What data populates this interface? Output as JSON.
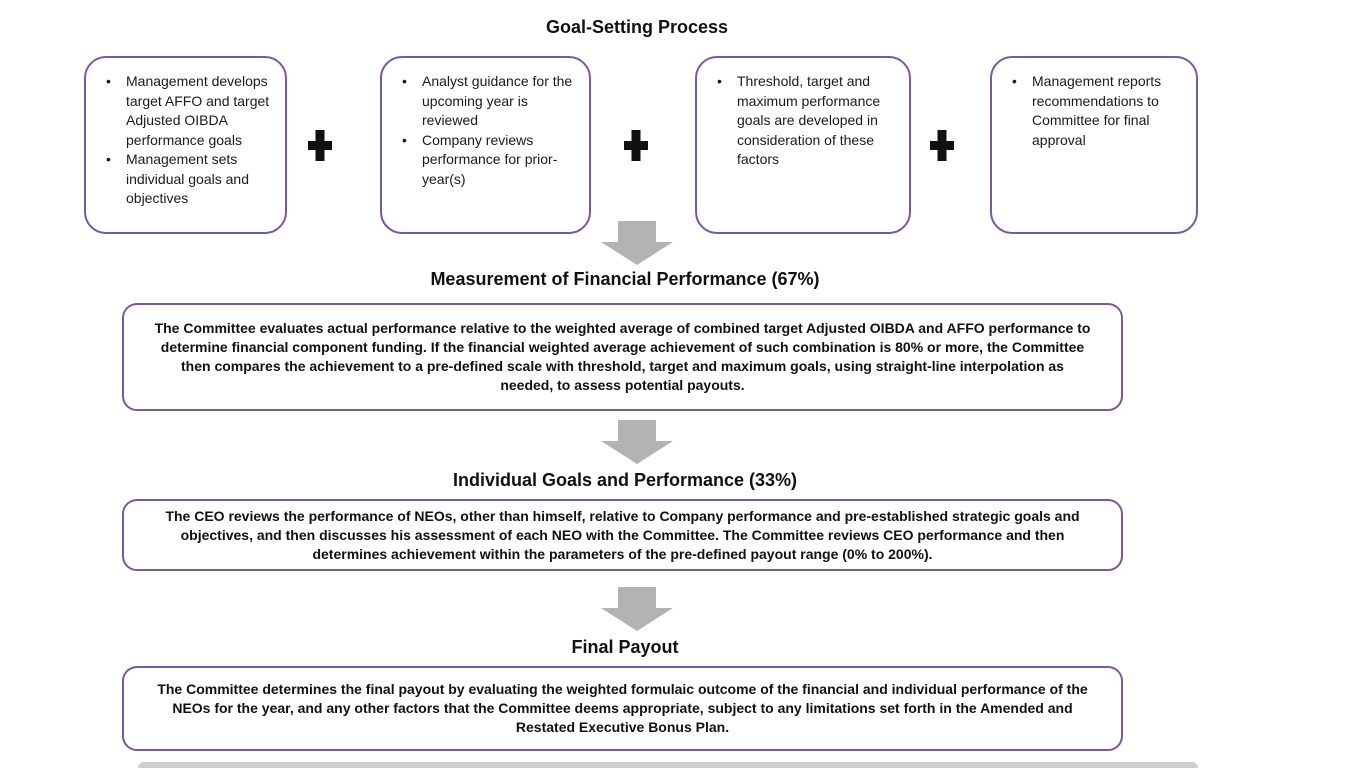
{
  "title": "Goal-Setting Process",
  "colors": {
    "box_border_purple": "#7a58a1",
    "arrow_gray": "#b3b3b3",
    "plus_black": "#111111",
    "bottom_bar_gray": "#cfcfcf",
    "text": "#111111"
  },
  "process_boxes": [
    {
      "bullets": [
        "Management develops target AFFO and target Adjusted OIBDA performance goals",
        "Management sets individual goals and objectives"
      ]
    },
    {
      "bullets": [
        "Analyst guidance for the upcoming year is reviewed",
        "Company reviews performance for prior-year(s)"
      ]
    },
    {
      "bullets": [
        "Threshold, target and maximum performance goals are developed in consideration of these factors"
      ]
    },
    {
      "bullets": [
        "Management reports recommendations to Committee for final approval"
      ]
    }
  ],
  "sections": [
    {
      "heading": "Measurement of Financial Performance (67%)",
      "body": "The Committee evaluates actual performance relative to the weighted average of combined target Adjusted OIBDA and AFFO performance to determine financial component funding. If the financial weighted average achievement of such combination is 80% or more, the Committee then compares the achievement to a pre-defined scale with threshold, target and maximum goals, using straight-line interpolation as needed, to assess potential payouts."
    },
    {
      "heading": "Individual Goals and Performance (33%)",
      "body": "The CEO reviews the performance of NEOs, other than himself, relative to Company performance and pre-established strategic goals and objectives, and then discusses his assessment of each NEO with the Committee.  The Committee reviews CEO performance and then determines achievement within the parameters of the pre-defined payout range (0% to 200%)."
    },
    {
      "heading": "Final Payout",
      "body": "The Committee determines the final payout by evaluating the weighted formulaic outcome of the financial and individual performance of the NEOs for the year, and any other factors that the Committee deems appropriate, subject to any limitations set forth in the Amended and Restated Executive Bonus Plan."
    }
  ]
}
